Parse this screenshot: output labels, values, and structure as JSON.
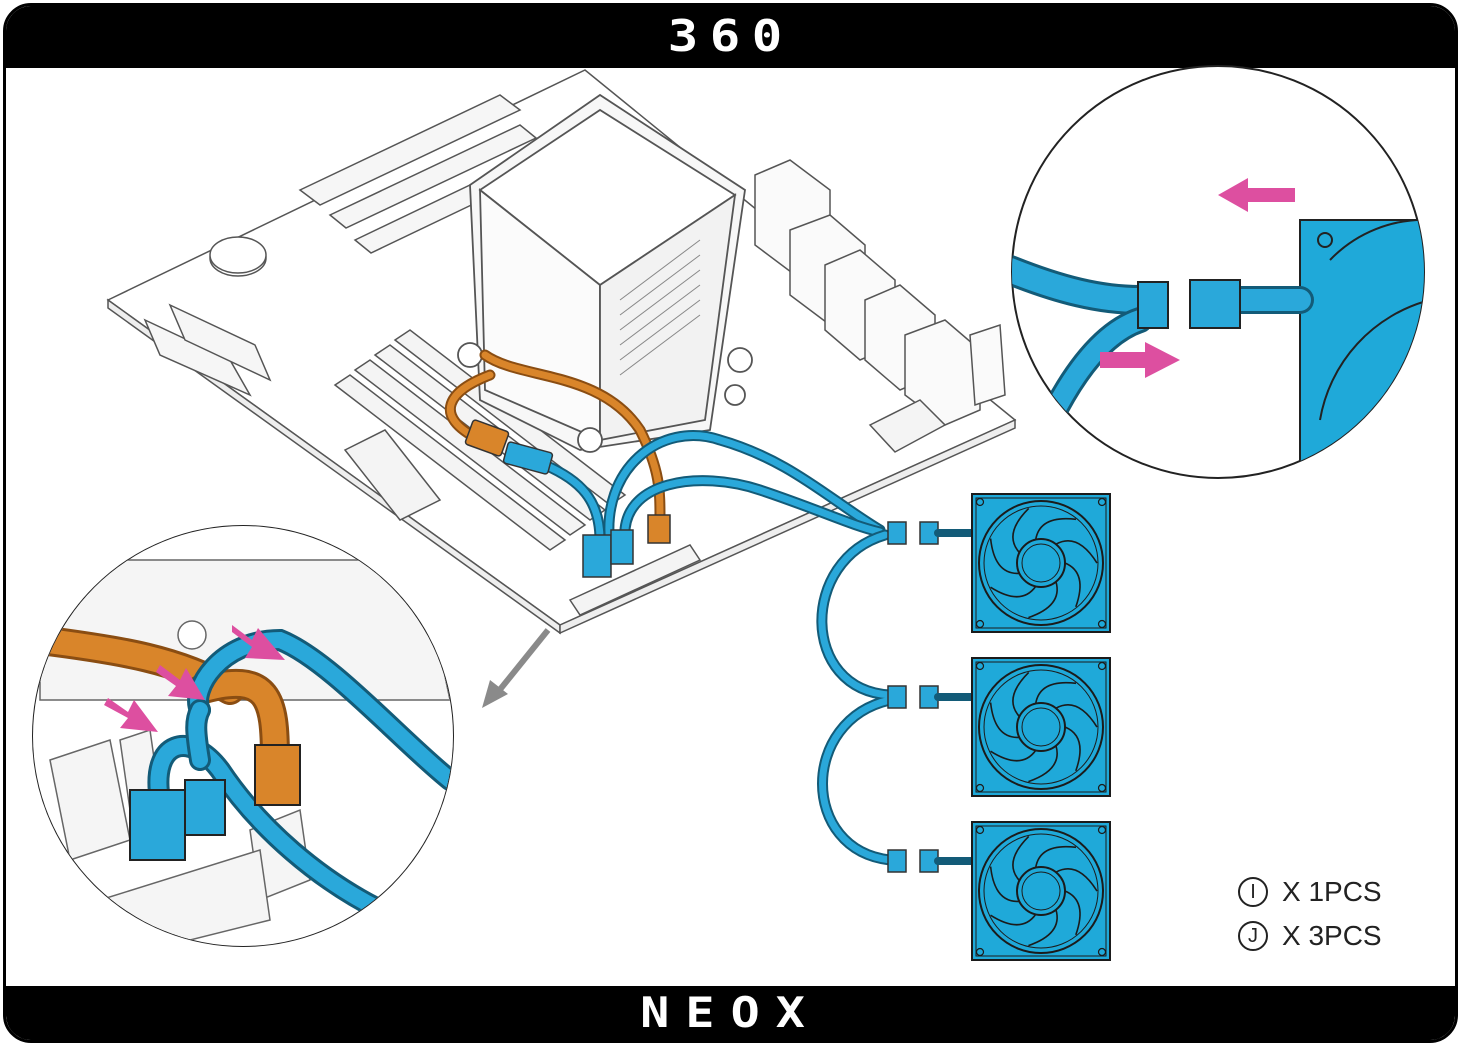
{
  "header": {
    "title": "360"
  },
  "footer": {
    "brand": "NEOX"
  },
  "legend": [
    {
      "symbol": "I",
      "text": "X 1PCS"
    },
    {
      "symbol": "J",
      "text": "X 3PCS"
    }
  ],
  "colors": {
    "fan": "#1fa9d9",
    "cable_blue": "#2aa8da",
    "cable_orange": "#d9852a",
    "arrow_pink": "#dd4fa0",
    "arrow_gray": "#8a8a8a",
    "line": "#333333"
  },
  "fans": {
    "count": 3
  }
}
